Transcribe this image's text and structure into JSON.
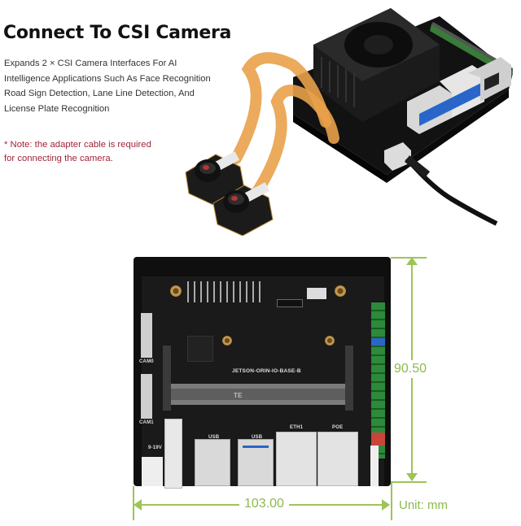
{
  "header": {
    "title": "Connect To CSI Camera",
    "description_lines": [
      "Expands 2 × CSI Camera Interfaces For AI",
      "Intelligence Applications Such As Face Recognition",
      "Road Sign Detection, Lane Line Detection, And",
      "License Plate Recognition"
    ],
    "note_lines": [
      "* Note: the adapter cable is required",
      "for connecting the camera."
    ]
  },
  "product_image": {
    "alt": "Jetson Orin carrier board with fan heatsink connected to two CSI cameras via orange ribbon cables"
  },
  "board_diagram": {
    "silkscreen": "JETSON-ORIN-IO-BASE-B",
    "connector_brand": "TE",
    "labels": {
      "cam0": "CAM0",
      "cam1": "CAM1",
      "usb1": "USB",
      "usb2": "USB",
      "eth1": "ETH1",
      "eth2": "POE",
      "dc": "9-19V"
    }
  },
  "dimensions": {
    "height": "90.50",
    "width": "103.00",
    "unit": "Unit: mm"
  },
  "colors": {
    "dimension": "#8bbb4c",
    "note": "#a0243a",
    "board": "#0f0f0f",
    "ribbon": "#e9a14a"
  }
}
